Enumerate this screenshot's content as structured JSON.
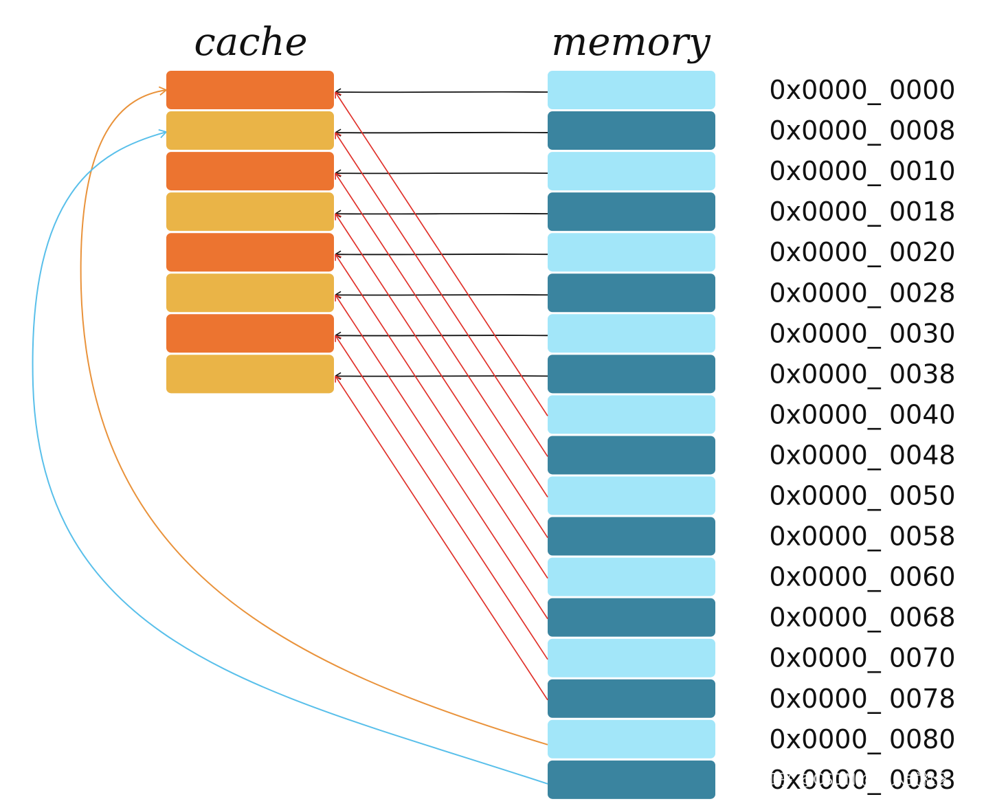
{
  "titles": {
    "cache": "cache",
    "memory": "memory"
  },
  "colors": {
    "cache_even": "#EC7430",
    "cache_odd": "#EAB447",
    "memory_light": "#A2E6F9",
    "memory_dark": "#3A849F",
    "arrow_direct": "#111111",
    "arrow_wrap": "#E0312A",
    "curve_orange": "#E9923A",
    "curve_blue": "#58BFEA"
  },
  "cache": {
    "line_count": 8
  },
  "memory": {
    "addresses": [
      "0x0000_ 0000",
      "0x0000_ 0008",
      "0x0000_ 0010",
      "0x0000_ 0018",
      "0x0000_ 0020",
      "0x0000_ 0028",
      "0x0000_ 0030",
      "0x0000_ 0038",
      "0x0000_ 0040",
      "0x0000_ 0048",
      "0x0000_ 0050",
      "0x0000_ 0058",
      "0x0000_ 0060",
      "0x0000_ 0068",
      "0x0000_ 0070",
      "0x0000_ 0078",
      "0x0000_ 0080",
      "0x0000_ 0088"
    ]
  },
  "watermark": "知乎 @CSDN @嵌入式社区"
}
